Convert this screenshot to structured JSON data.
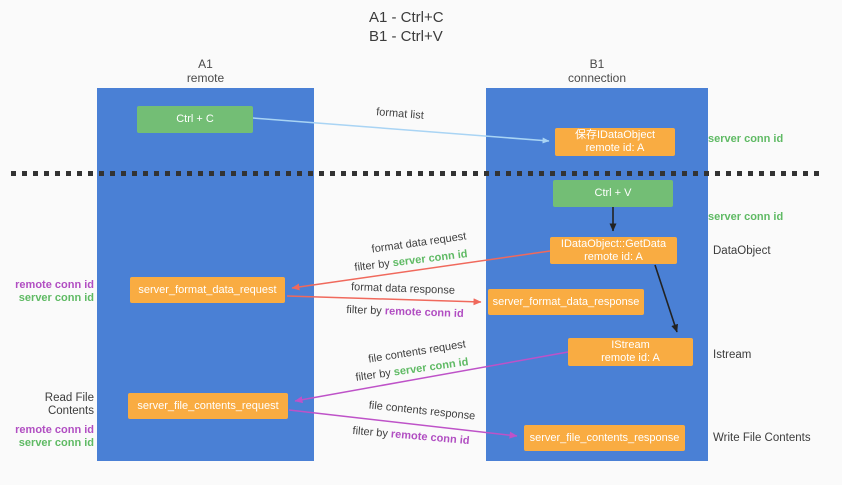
{
  "title": {
    "line1": "A1 - Ctrl+C",
    "line2": "B1 - Ctrl+V"
  },
  "columns": {
    "left": {
      "id": "A1",
      "name": "remote"
    },
    "right": {
      "id": "B1",
      "name": "connection"
    }
  },
  "nodes": {
    "ctrl_c": {
      "label": "Ctrl + C"
    },
    "ctrl_v": {
      "label": "Ctrl + V"
    },
    "save_idataobject": {
      "line1": "保存IDataObject",
      "line2": "remote id: A"
    },
    "idataobject_getdata": {
      "line1": "IDataObject::GetData",
      "line2": "remote id: A"
    },
    "istream": {
      "line1": "IStream",
      "line2": "remote id: A"
    },
    "server_format_data_request": {
      "label": "server_format_data_request"
    },
    "server_format_data_response": {
      "label": "server_format_data_response"
    },
    "server_file_contents_request": {
      "label": "server_file_contents_request"
    },
    "server_file_contents_response": {
      "label": "server_file_contents_response"
    }
  },
  "side_labels": {
    "server_conn_id_top": "server conn id",
    "server_conn_id_mid": "server conn id",
    "dataobject": "DataObject",
    "istream": "Istream",
    "write_file_contents": "Write File Contents",
    "read_file_contents": "Read File Contents",
    "remote_conn_id_format": "remote conn id",
    "server_conn_id_format": "server conn id",
    "remote_conn_id_file": "remote conn id",
    "server_conn_id_file": "server conn id"
  },
  "arrow_labels": {
    "format_list": "format list",
    "format_data_request": "format data request",
    "format_data_response": "format data response",
    "file_contents_request": "file contents request",
    "file_contents_response": "file contents response",
    "filter_by": "filter by",
    "server_conn_id": "server conn id",
    "remote_conn_id": "remote conn id"
  },
  "colors": {
    "column_blue": "#4a80d5",
    "node_green": "#73be75",
    "node_orange": "#f9ac42",
    "arrow_blue": "#a9d4f4",
    "arrow_red": "#f0695c",
    "arrow_magenta": "#be52c8",
    "arrow_black": "#222222",
    "text_green": "#5fba64",
    "text_purple": "#b14ec2",
    "text_dark": "#3c3c3c"
  }
}
